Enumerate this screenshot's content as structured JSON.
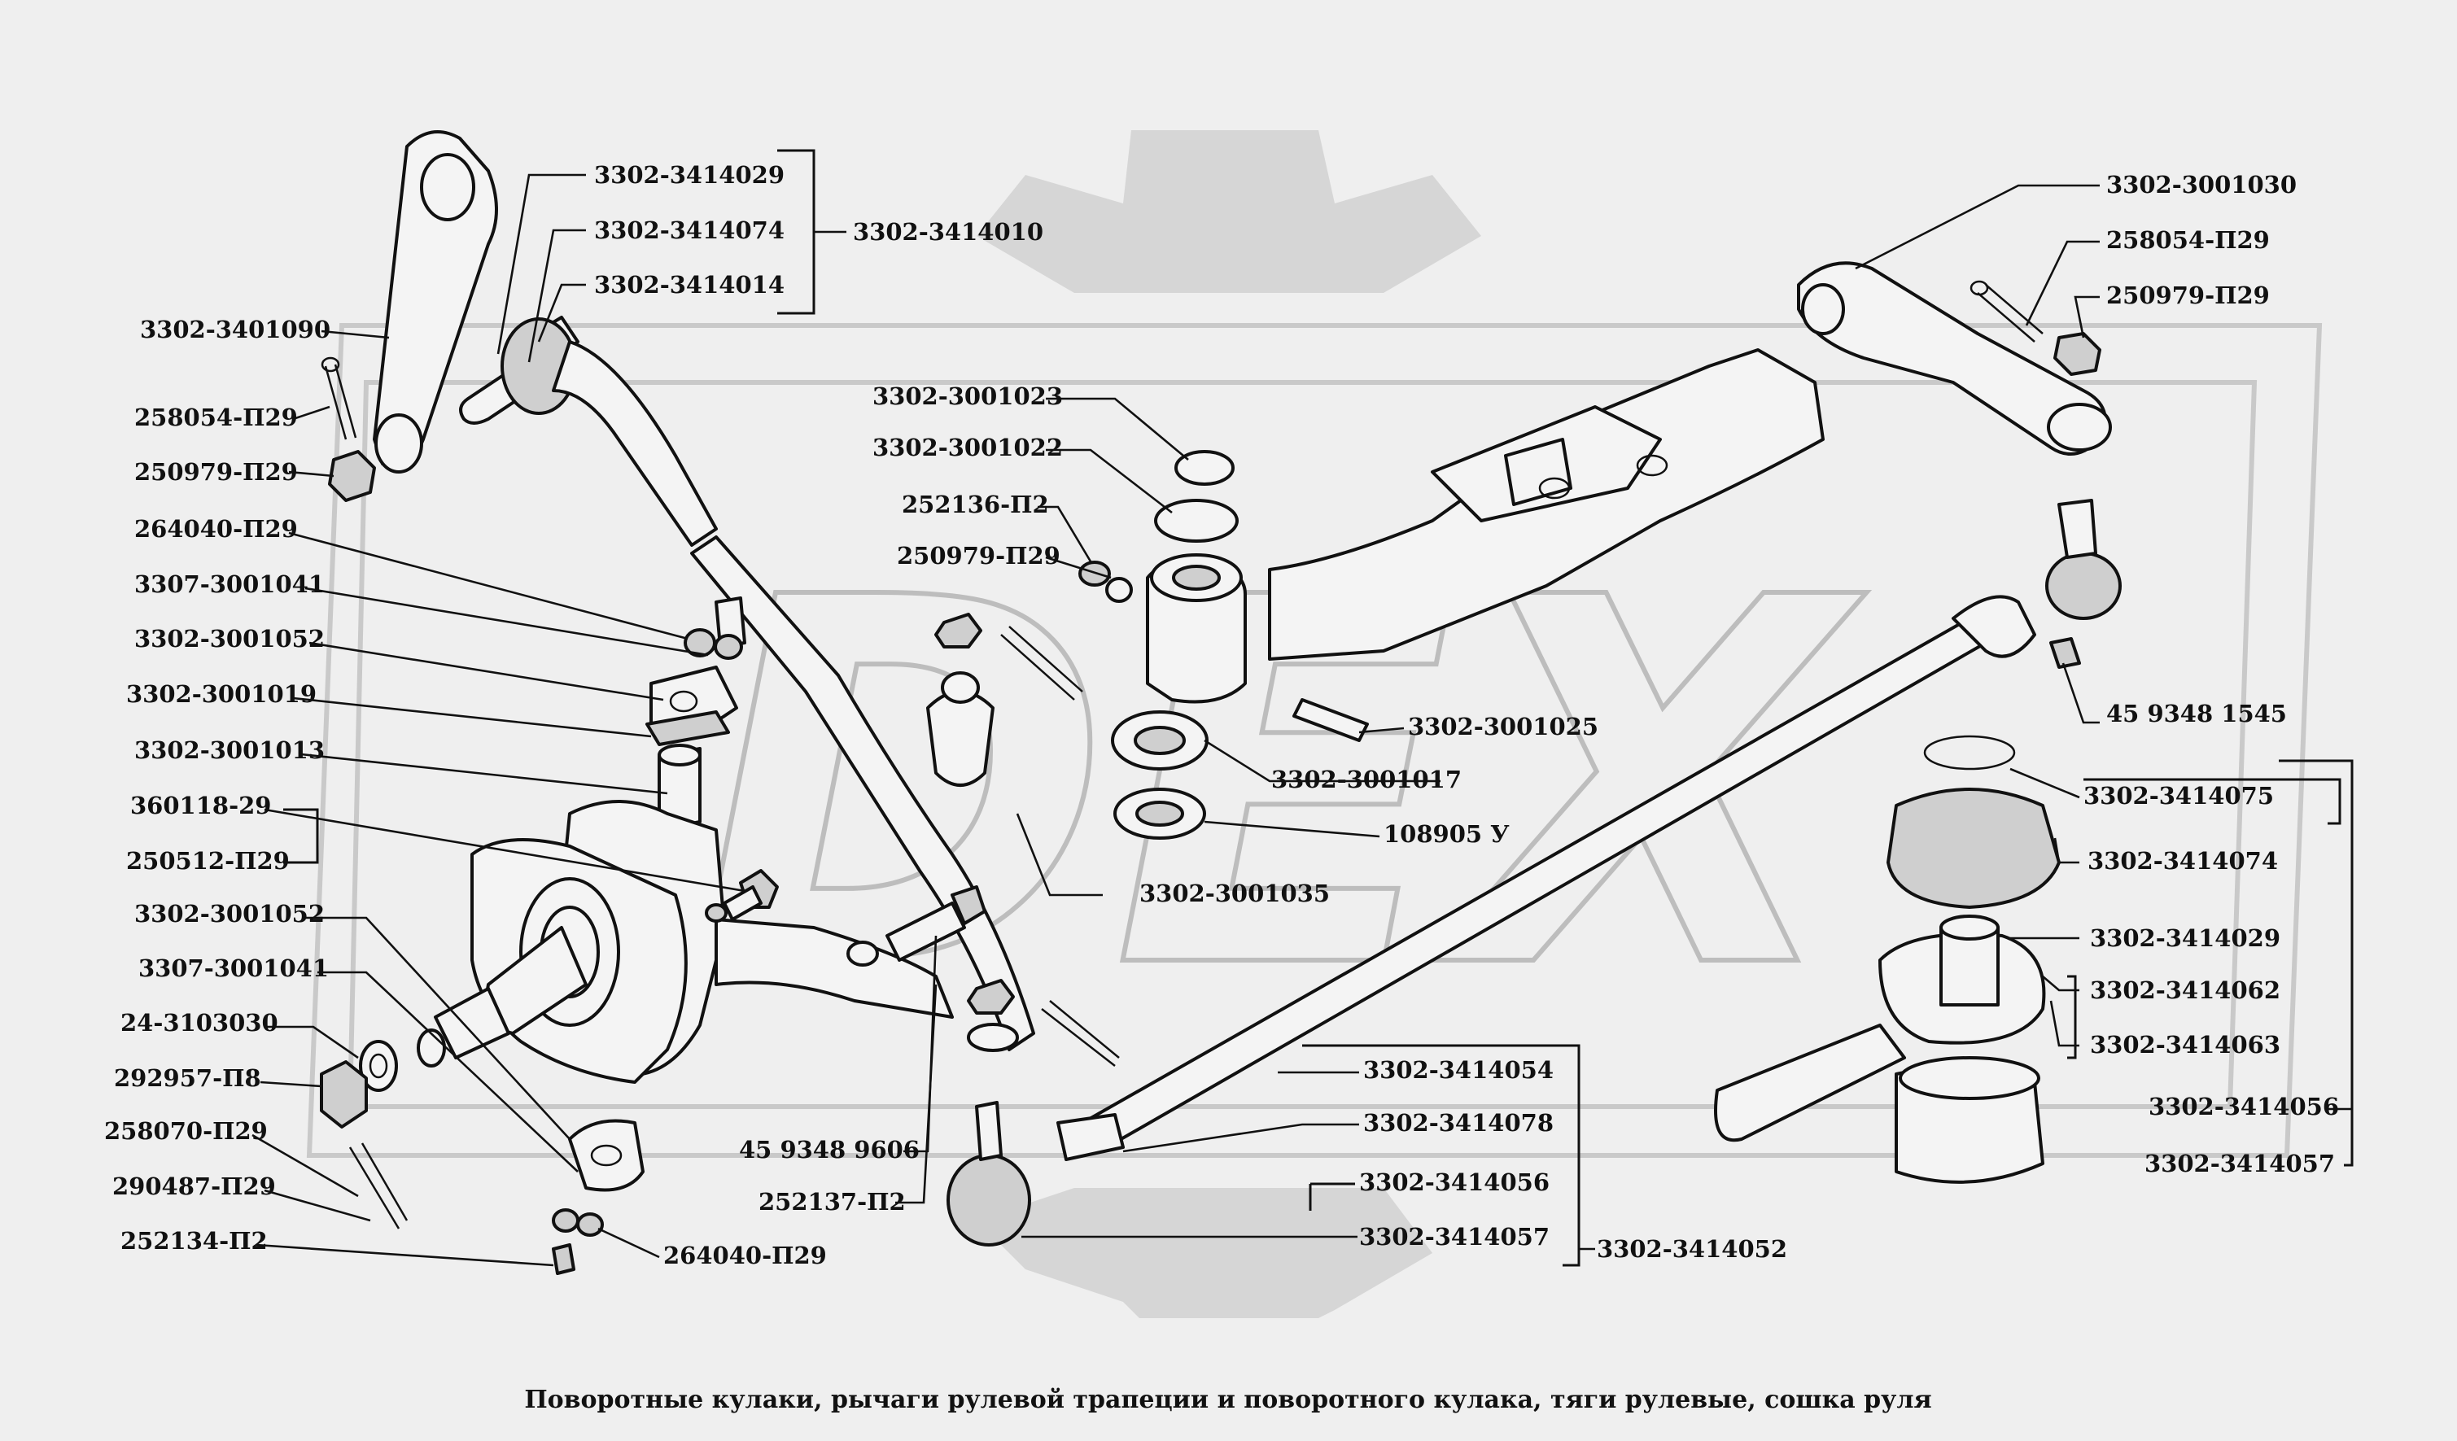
{
  "caption": "Поворотные кулаки, рычаги рулевой трапеции и поворотного кулака, тяги  рулевые, сошка руля",
  "watermark": "DEX",
  "labels": {
    "p_3302_3414029_a": "3302-3414029",
    "p_3302_3414074_a": "3302-3414074",
    "p_3302_3414014": "3302-3414014",
    "p_3302_3414010": "3302-3414010",
    "p_3302_3401090": "3302-3401090",
    "p_258054_p29_a": "258054-П29",
    "p_250979_p29_a": "250979-П29",
    "p_264040_p29_a": "264040-П29",
    "p_3307_3001041_a": "3307-3001041",
    "p_3302_3001052_a": "3302-3001052",
    "p_3302_3001019": "3302-3001019",
    "p_3302_3001013": "3302-3001013",
    "p_360118_29": "360118-29",
    "p_250512_p29": "250512-П29",
    "p_3302_3001052_b": "3302-3001052",
    "p_3307_3001041_b": "3307-3001041",
    "p_24_3103030": "24-3103030",
    "p_292957_p8": "292957-П8",
    "p_258070_p29": "258070-П29",
    "p_290487_p29": "290487-П29",
    "p_252134_p2": "252134-П2",
    "p_264040_p29_b": "264040-П29",
    "p_3302_3001023": "3302-3001023",
    "p_3302_3001022": "3302-3001022",
    "p_252136_p2": "252136-П2",
    "p_250979_p29_b": "250979-П29",
    "p_3302_3001025": "3302-3001025",
    "p_3302_3001017": "3302-3001017",
    "p_108905_u": "108905 У",
    "p_3302_3001035": "3302-3001035",
    "p_45_9348_9606": "45 9348 9606",
    "p_252137_p2": "252137-П2",
    "p_3302_3414054": "3302-3414054",
    "p_3302_3414078": "3302-3414078",
    "p_3302_3414056_a": "3302-3414056",
    "p_3302_3414057_a": "3302-3414057",
    "p_3302_3414052": "3302-3414052",
    "p_3302_3001030": "3302-3001030",
    "p_258054_p29_b": "258054-П29",
    "p_250979_p29_c": "250979-П29",
    "p_45_9348_1545": "45 9348 1545",
    "p_3302_3414075": "3302-3414075",
    "p_3302_3414074_b": "3302-3414074",
    "p_3302_3414029_b": "3302-3414029",
    "p_3302_3414062": "3302-3414062",
    "p_3302_3414063": "3302-3414063",
    "p_3302_3414056_b": "3302-3414056",
    "p_3302_3414057_b": "3302-3414057"
  }
}
